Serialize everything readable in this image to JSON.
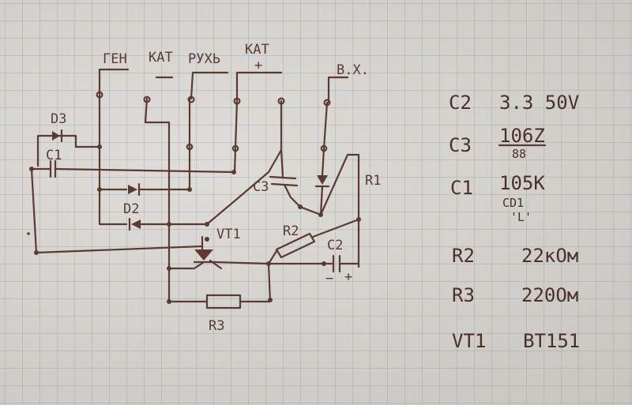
{
  "terminals": {
    "gen": "ГЕН",
    "kat_minus": "КАТ",
    "kat_minus_sign": "−",
    "rukh": "РУХЬ",
    "kat_plus": "КАТ",
    "kat_plus_sign": "+",
    "vkh": "В.Х."
  },
  "components": {
    "d3": "D3",
    "c1": "C1",
    "d2": "D2",
    "c3": "C3",
    "r1": "R1",
    "vt1": "VT1",
    "r2": "R2",
    "c2": "C2",
    "c2_minus": "−",
    "c2_plus": "+",
    "r3": "R3"
  },
  "specs": [
    {
      "ref": "C2",
      "value": "3.3  50V"
    },
    {
      "ref": "C3",
      "value": "106Z",
      "sub": "88"
    },
    {
      "ref": "C1",
      "value": "105K",
      "sub": "CD1",
      "sub2": "'L'"
    },
    {
      "ref": "R2",
      "value": "22кОм"
    },
    {
      "ref": "R3",
      "value": "220Ом"
    },
    {
      "ref": "VT1",
      "value": "BT151"
    }
  ]
}
